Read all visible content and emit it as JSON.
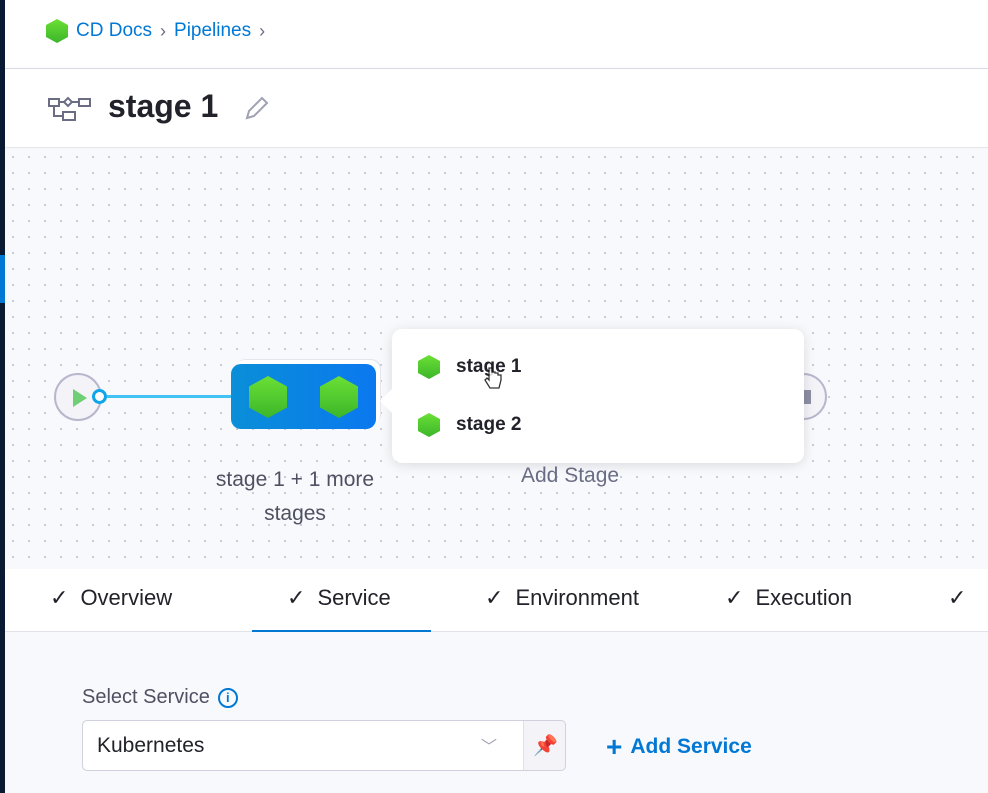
{
  "breadcrumb": {
    "items": [
      "CD Docs",
      "Pipelines"
    ]
  },
  "header": {
    "title": "stage 1"
  },
  "canvas": {
    "group_label": "stage 1 + 1 more stages",
    "add_stage": "Add Stage",
    "popup_items": [
      "stage 1",
      "stage 2"
    ]
  },
  "tabs": [
    {
      "label": "Overview",
      "active": false
    },
    {
      "label": "Service",
      "active": true
    },
    {
      "label": "Environment",
      "active": false
    },
    {
      "label": "Execution",
      "active": false
    }
  ],
  "service": {
    "label": "Select Service",
    "value": "Kubernetes",
    "add_label": "Add Service"
  },
  "colors": {
    "accent": "#0278d5",
    "stage_green": "#4cc831",
    "group_blue": "#0a8fd8"
  }
}
